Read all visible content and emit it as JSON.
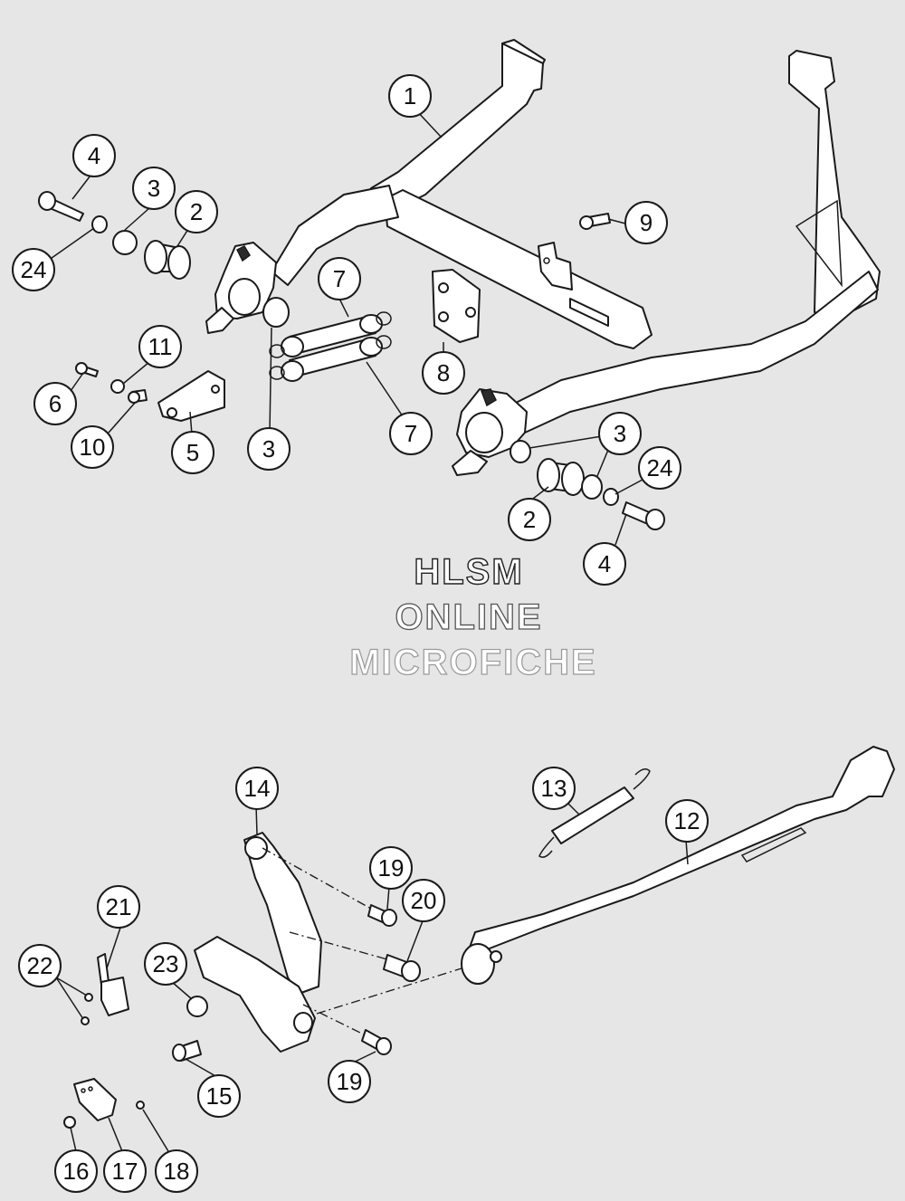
{
  "watermark": {
    "line1": "HLSM",
    "line2": "ONLINE",
    "line3": "MICROFICHE"
  },
  "callouts": {
    "c1": "1",
    "c2a": "2",
    "c2b": "2",
    "c3a": "3",
    "c3b": "3",
    "c3c": "3",
    "c4a": "4",
    "c4b": "4",
    "c5": "5",
    "c6": "6",
    "c7a": "7",
    "c7b": "7",
    "c8": "8",
    "c9": "9",
    "c10": "10",
    "c11": "11",
    "c12": "12",
    "c13": "13",
    "c14": "14",
    "c15": "15",
    "c16": "16",
    "c17": "17",
    "c18": "18",
    "c19a": "19",
    "c19b": "19",
    "c20": "20",
    "c21": "21",
    "c22": "22",
    "c23": "23",
    "c24a": "24",
    "c24b": "24"
  }
}
